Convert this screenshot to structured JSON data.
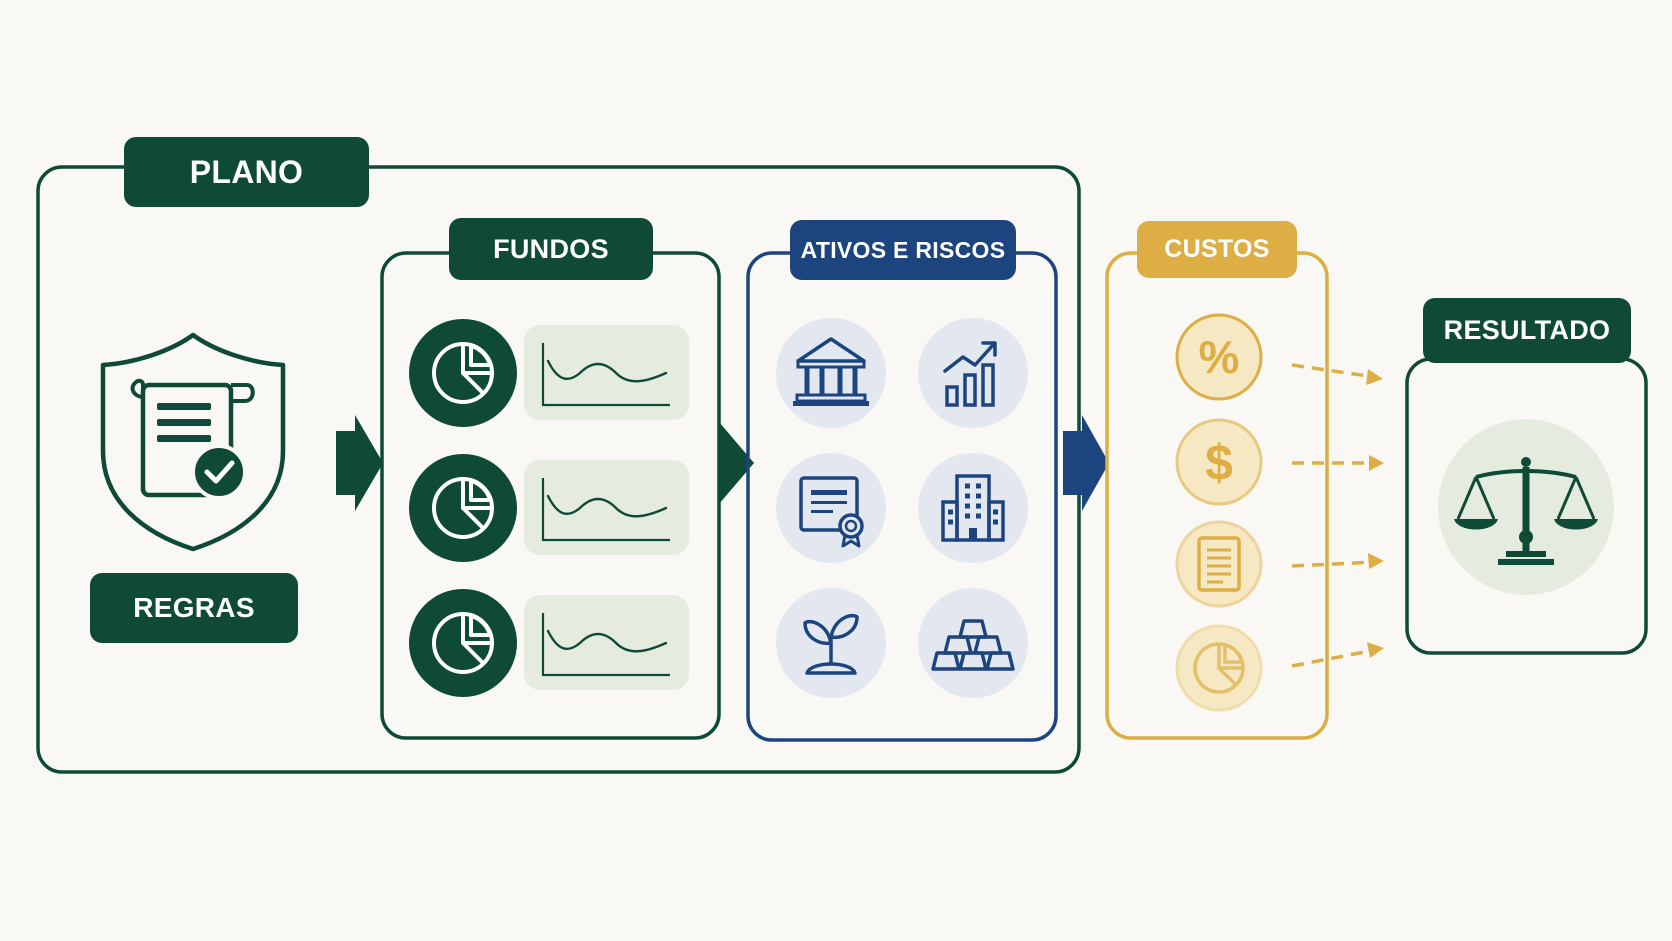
{
  "colors": {
    "background": "#f9f8f4",
    "primary_green": "#0e4a36",
    "navy": "#1c4580",
    "gold": "#dcae44",
    "light_green": "#e6ebdf",
    "light_blue": "#e3e7ef",
    "light_gold": "#f7e8c4"
  },
  "plano": {
    "label": "PLANO",
    "regras_label": "REGRAS",
    "icon": "shield-document-check-icon"
  },
  "fundos": {
    "label": "FUNDOS",
    "rows": [
      {
        "icon": "pie-chart-icon",
        "chart": "line-chart-icon"
      },
      {
        "icon": "pie-chart-icon",
        "chart": "line-chart-icon"
      },
      {
        "icon": "pie-chart-icon",
        "chart": "line-chart-icon"
      }
    ]
  },
  "ativos": {
    "label": "ATIVOS E RISCOS",
    "icons": [
      "bank-icon",
      "growth-chart-icon",
      "certificate-icon",
      "building-icon",
      "plant-icon",
      "gold-bars-icon"
    ]
  },
  "custos": {
    "label": "CUSTOS",
    "icons": [
      "percent-icon",
      "dollar-icon",
      "document-icon",
      "pie-chart-icon"
    ]
  },
  "resultado": {
    "label": "RESULTADO",
    "icon": "scales-icon"
  }
}
